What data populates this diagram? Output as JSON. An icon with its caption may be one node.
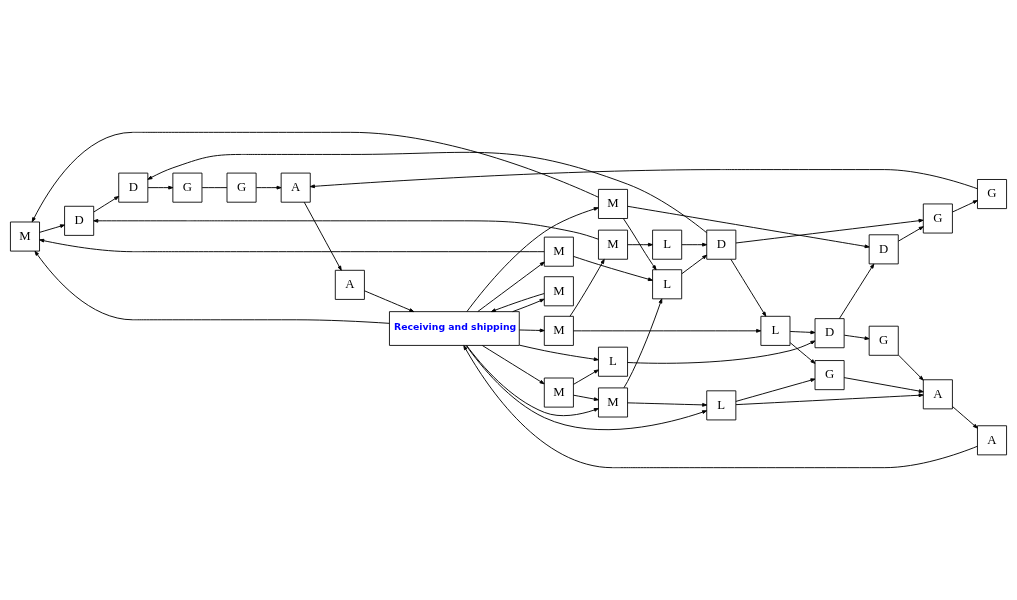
{
  "diagram": {
    "nodes": [
      {
        "text": [
          "M"
        ]
      },
      {
        "text": [
          "M"
        ]
      },
      {
        "text": [
          "D"
        ]
      },
      {
        "text": [
          "L"
        ]
      },
      {
        "text": [
          "D"
        ]
      },
      {
        "text": [
          "D"
        ]
      },
      {
        "text": [
          "M"
        ]
      },
      {
        "text": [
          "M"
        ]
      },
      {
        "text": [
          "L"
        ]
      },
      {
        "text": [
          "L"
        ]
      },
      {
        "text": [
          "D"
        ]
      },
      {
        "text": [
          "D"
        ]
      },
      {
        "text": [
          "M"
        ]
      },
      {
        "text": [
          "M"
        ]
      },
      {
        "text": [
          "L"
        ]
      },
      {
        "text": [
          "L"
        ]
      },
      {
        "text": [
          "G"
        ]
      },
      {
        "text": [
          "G"
        ]
      },
      {
        "text": [
          "M"
        ]
      },
      {
        "text": [
          "M"
        ]
      },
      {
        "text": [
          "A"
        ]
      },
      {
        "text": [
          "A"
        ]
      },
      {
        "text": [
          "G"
        ]
      },
      {
        "text": [
          "G"
        ]
      },
      {
        "text": [
          "Receiving and shipping"
        ]
      },
      {
        "text": [
          "A"
        ]
      },
      {
        "text": [
          "A"
        ]
      },
      {
        "text": [
          "G"
        ]
      },
      {
        "text": [
          "G"
        ]
      }
    ],
    "edges": [
      {
        "from": 0,
        "to": 2,
        "arrow": "to"
      },
      {
        "from": 1,
        "to": 2,
        "arrow": "to"
      },
      {
        "from": 1,
        "to": 3,
        "arrow": "to"
      },
      {
        "from": 2,
        "to": 5,
        "arrow": "to"
      },
      {
        "from": 3,
        "to": 4,
        "arrow": "to"
      },
      {
        "from": 4,
        "to": 5,
        "arrow": "to"
      },
      {
        "from": 6,
        "to": 0,
        "arrow": "to"
      },
      {
        "from": 6,
        "to": 8,
        "arrow": "to"
      },
      {
        "from": 7,
        "to": 1,
        "arrow": "to"
      },
      {
        "from": 7,
        "to": 9,
        "arrow": "to"
      },
      {
        "from": 12,
        "to": 0,
        "arrow": "to"
      },
      {
        "from": 12,
        "to": 8,
        "arrow": "to"
      },
      {
        "from": 12,
        "to": 11,
        "arrow": "to"
      },
      {
        "from": 8,
        "to": 4,
        "arrow": "to"
      },
      {
        "from": 4,
        "to": 9,
        "arrow": "to"
      },
      {
        "from": 9,
        "to": 10,
        "arrow": "to"
      },
      {
        "from": 13,
        "to": 8,
        "arrow": "to"
      },
      {
        "from": 13,
        "to": 15,
        "arrow": "to"
      },
      {
        "from": 14,
        "to": 10,
        "arrow": "to"
      },
      {
        "from": 10,
        "to": 11,
        "arrow": "to"
      },
      {
        "from": 9,
        "to": 16,
        "arrow": "to"
      },
      {
        "from": 15,
        "to": 16,
        "arrow": "to"
      },
      {
        "from": 15,
        "to": 21,
        "arrow": "to"
      },
      {
        "from": 4,
        "to": 17,
        "arrow": "to"
      },
      {
        "from": 11,
        "to": 17,
        "arrow": "to"
      },
      {
        "from": 5,
        "to": 28,
        "arrow": "to"
      },
      {
        "from": 17,
        "to": 23,
        "arrow": "to"
      },
      {
        "from": 10,
        "to": 22,
        "arrow": "to"
      },
      {
        "from": 16,
        "to": 21,
        "arrow": "to"
      },
      {
        "from": 22,
        "to": 21,
        "arrow": "to"
      },
      {
        "from": 23,
        "to": 26,
        "arrow": "to"
      },
      {
        "from": 27,
        "to": 26,
        "arrow": "to"
      },
      {
        "from": 28,
        "to": 27,
        "arrow": "none"
      },
      {
        "from": 21,
        "to": 20,
        "arrow": "to"
      },
      {
        "from": 26,
        "to": 25,
        "arrow": "to"
      },
      {
        "from": 25,
        "to": 24,
        "arrow": "to"
      },
      {
        "from": 20,
        "to": 24,
        "arrow": "to"
      },
      {
        "from": 24,
        "to": 14,
        "arrow": "to"
      },
      {
        "from": 24,
        "to": 15,
        "arrow": "to"
      },
      {
        "from": 19,
        "to": 14,
        "arrow": "to"
      },
      {
        "from": 24,
        "to": 0,
        "arrow": "to"
      },
      {
        "from": 24,
        "to": 6,
        "arrow": "to"
      },
      {
        "from": 24,
        "to": 12,
        "arrow": "to"
      },
      {
        "from": 24,
        "to": 7,
        "arrow": "to"
      },
      {
        "from": 24,
        "to": 13,
        "arrow": "to"
      },
      {
        "from": 24,
        "to": 18,
        "arrow": "to"
      },
      {
        "from": 18,
        "to": 24,
        "arrow": "to"
      },
      {
        "from": 24,
        "to": 19,
        "arrow": "to"
      },
      {
        "from": 19,
        "to": 13,
        "arrow": "to"
      }
    ]
  }
}
